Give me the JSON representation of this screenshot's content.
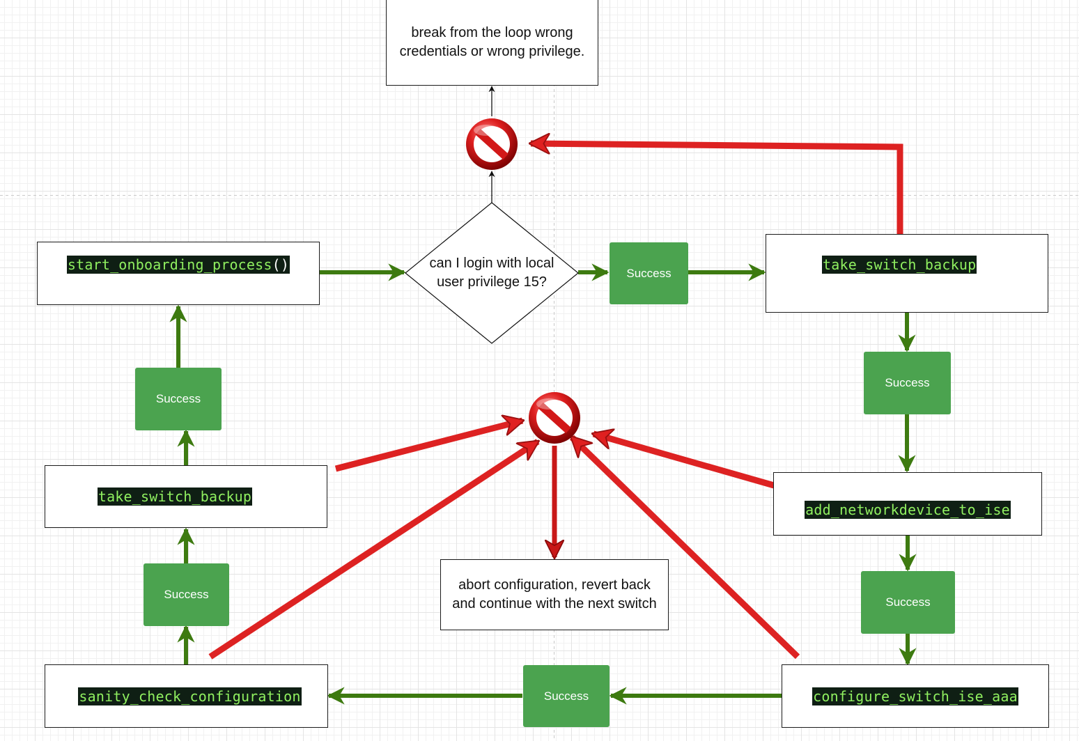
{
  "diagram": {
    "break_box": {
      "text": "break from the loop wrong credentials or wrong privilege."
    },
    "decision": {
      "text": "can I login with local user privilege 15?"
    },
    "abort_box": {
      "text": "abort configuration, revert back and continue with the next switch"
    },
    "functions": {
      "start_onboarding": {
        "name": "start_onboarding_process",
        "parens": "()"
      },
      "take_switch_backup_right": {
        "name": "take_switch_backup"
      },
      "take_switch_backup_left": {
        "name": "take_switch_backup"
      },
      "add_networkdevice": {
        "name": "add_networkdevice_to_ise"
      },
      "configure_switch": {
        "name": "configure_switch_ise_aaa"
      },
      "sanity_check": {
        "name": "sanity_check_configuration"
      }
    },
    "success_label": "Success",
    "icons": {
      "stop": "no-entry-icon"
    },
    "colors": {
      "success_fill": "#4ba34f",
      "success_arrow": "#3d7a10",
      "failure_arrow": "#d42a2a",
      "code_background": "#0f1f14",
      "code_text": "#90f060"
    }
  }
}
